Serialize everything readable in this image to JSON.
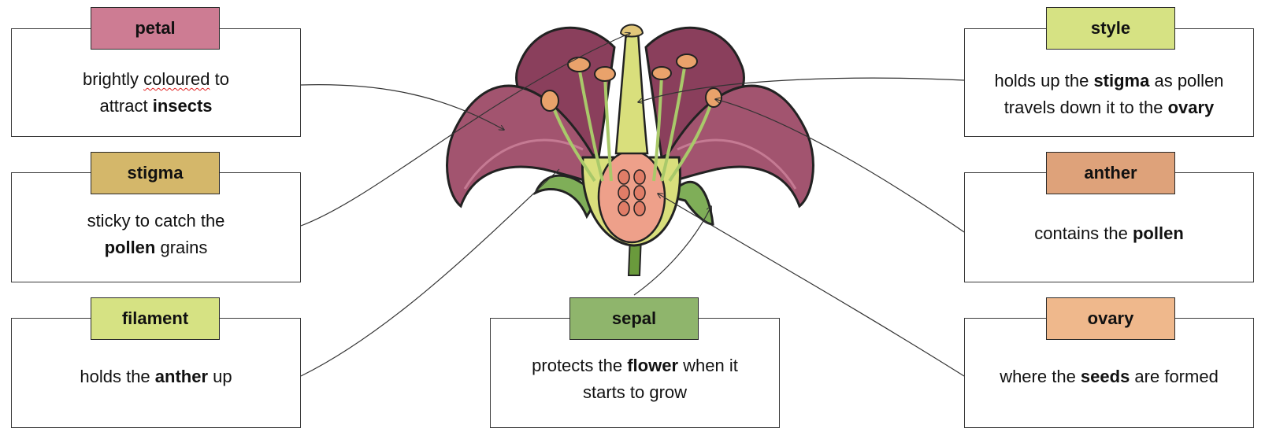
{
  "colors": {
    "petal": "#cd7c93",
    "stigma": "#d4b76a",
    "filament": "#d6e283",
    "sepal": "#8fb56c",
    "style": "#d6e283",
    "anther": "#dea27a",
    "ovary": "#efb88c"
  },
  "labels": {
    "petal": {
      "name": "petal",
      "line1_a": "brightly ",
      "line1_b": "coloured",
      "line1_c": " to",
      "line2_a": "attract ",
      "line2_b": "insects"
    },
    "stigma": {
      "name": "stigma",
      "line1": "sticky to catch the",
      "line2_a": "pollen",
      "line2_b": " grains"
    },
    "filament": {
      "name": "filament",
      "line1_a": "holds the ",
      "line1_b": "anther",
      "line1_c": " up"
    },
    "sepal": {
      "name": "sepal",
      "line1_a": "protects the ",
      "line1_b": "flower",
      "line1_c": " when it",
      "line2": "starts to grow"
    },
    "style": {
      "name": "style",
      "line1_a": "holds up the ",
      "line1_b": "stigma",
      "line1_c": " as pollen",
      "line2_a": "travels down it to the ",
      "line2_b": "ovary"
    },
    "anther": {
      "name": "anther",
      "line1_a": "contains the ",
      "line1_b": "pollen"
    },
    "ovary": {
      "name": "ovary",
      "line1_a": "where the ",
      "line1_b": "seeds",
      "line1_c": " are formed"
    }
  }
}
